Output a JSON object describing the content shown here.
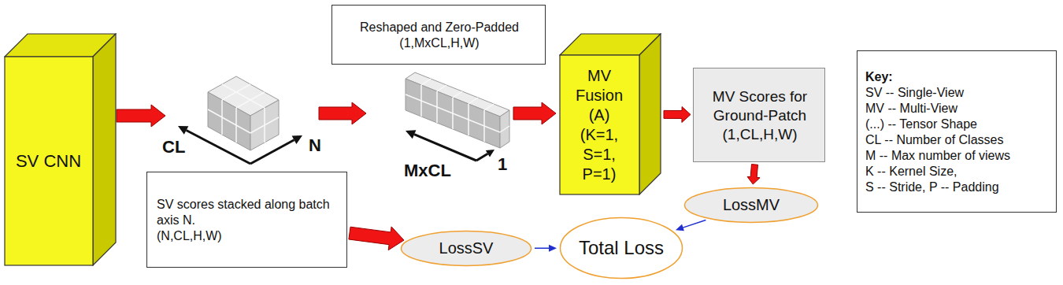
{
  "diagram": {
    "nodes": [
      {
        "text": [
          "SV CNN"
        ]
      },
      {
        "text": [
          "SV scores stacked along batch axis N.",
          "(N,CL,H,W)"
        ]
      },
      {
        "text": [
          "Reshaped and Zero-Padded",
          "(1,MxCL,H,W)"
        ]
      },
      {
        "text": [
          "LossSV"
        ]
      },
      {
        "text": [
          "MV Fusion (A)",
          "(K=1, S=1, P=1)"
        ]
      },
      {
        "text": [
          "Total Loss"
        ]
      },
      {
        "text": [
          "MV Scores for Ground-Patch",
          "(1,CL,H,W)"
        ]
      },
      {
        "text": [
          "LossMV"
        ]
      },
      {
        "text": [
          "Key:",
          "SV -- Single-View",
          "MV -- Multi-View",
          "(...) -- Tensor Shape",
          "CL -- Number of Classes",
          "M -- Max number of views",
          "K -- Kernel Size,",
          "S -- Stride, P -- Padding"
        ]
      }
    ],
    "edges": [
      {
        "from": 1,
        "to": 3,
        "arrow": "to"
      },
      {
        "from": 4,
        "to": 6,
        "arrow": "to"
      },
      {
        "from": 6,
        "to": 7,
        "arrow": "to"
      },
      {
        "from": 7,
        "to": 5,
        "arrow": "to"
      },
      {
        "from": 3,
        "to": 5,
        "arrow": "to"
      }
    ],
    "labels": [
      "CL",
      "N",
      "MxCL",
      "1"
    ]
  }
}
